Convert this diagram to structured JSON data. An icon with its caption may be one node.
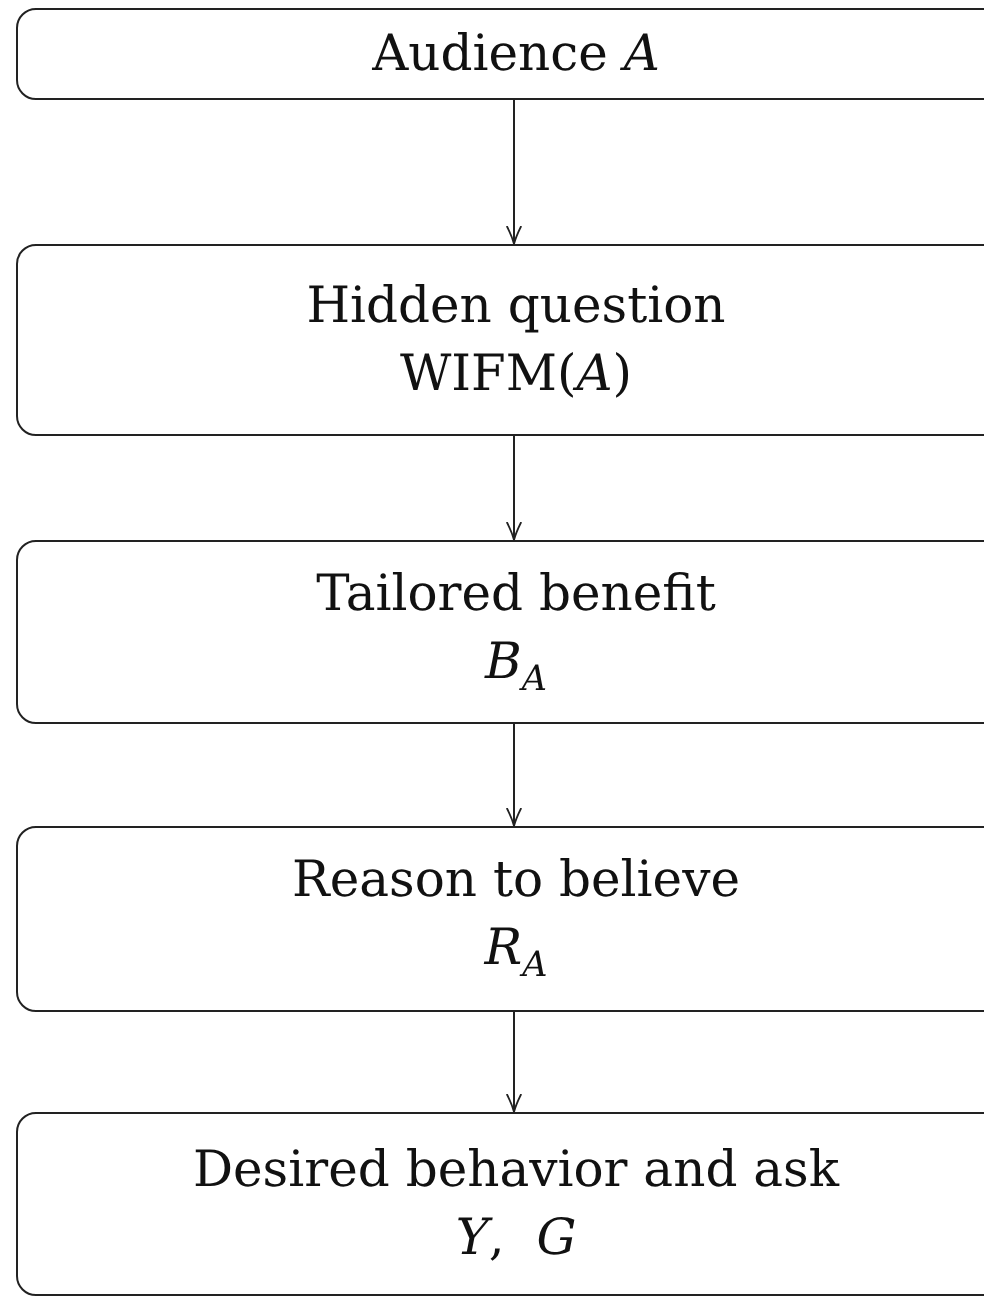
{
  "diagram": {
    "nodes": [
      {
        "text": [
          "Audience *A*"
        ]
      },
      {
        "text": [
          "Hidden question",
          "WIFM(*A*)"
        ]
      },
      {
        "text": [
          "Tailored benefit",
          "*B*$_{A}$"
        ]
      },
      {
        "text": [
          "Reason to believe",
          "*R*$_{A}$"
        ]
      },
      {
        "text": [
          "Desired behavior and ask",
          "*Y*,  *G*"
        ]
      }
    ],
    "edges": [
      {
        "from": 0,
        "to": 1,
        "arrow": "to"
      },
      {
        "from": 1,
        "to": 2,
        "arrow": "to"
      },
      {
        "from": 2,
        "to": 3,
        "arrow": "to"
      },
      {
        "from": 3,
        "to": 4,
        "arrow": "to"
      }
    ]
  }
}
